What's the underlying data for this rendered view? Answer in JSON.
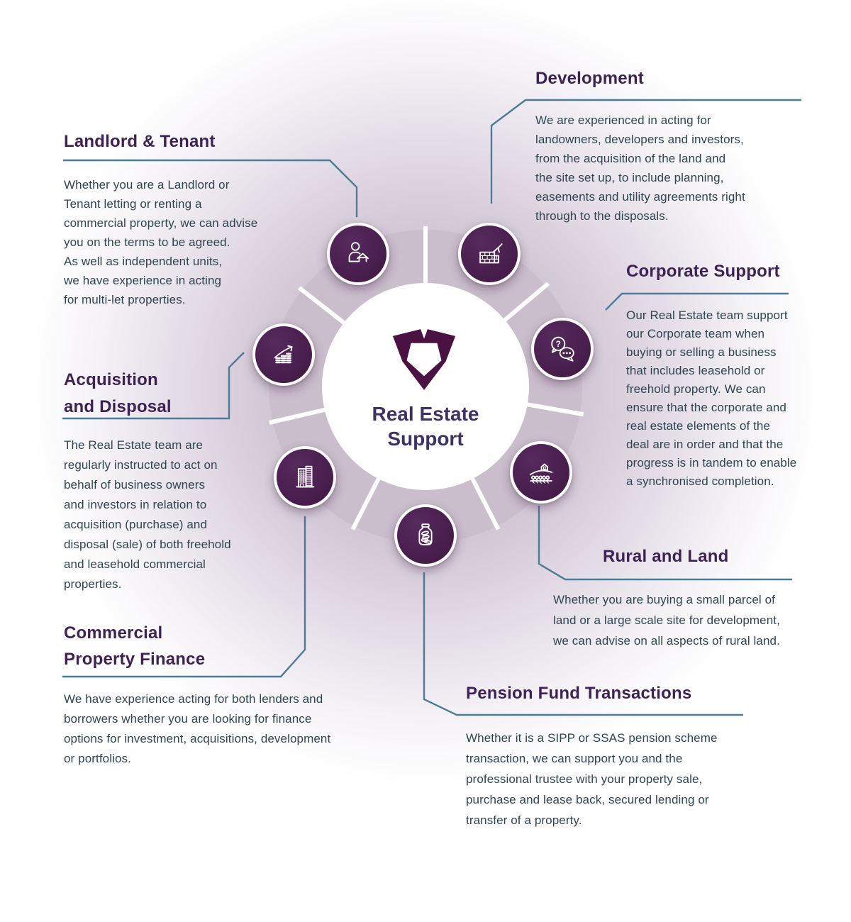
{
  "colors": {
    "heading": "#3f2254",
    "body_text": "#2f4550",
    "connector_line": "#4c7d95",
    "ring": "#cabdcc",
    "icon_circle": "#4a2050",
    "logo": "#4a1243",
    "hub_title": "#3e3263"
  },
  "icons": {
    "question_mark": "?"
  },
  "hub": {
    "title": [
      "Real Estate",
      "Support"
    ]
  },
  "sections": {
    "landlord_tenant": {
      "heading": "Landlord & Tenant",
      "body": [
        "Whether you are a Landlord or",
        "Tenant letting or renting a",
        "commercial property, we can advise",
        "you on the terms to be agreed.",
        "As well as independent units,",
        "we have experience in acting",
        "for multi-let properties."
      ]
    },
    "development": {
      "heading": "Development",
      "body": [
        "We are experienced in acting for",
        "landowners, developers and investors,",
        "from the acquisition of the land and",
        "the site set up, to include planning,",
        "easements and utility agreements right",
        "through to the disposals."
      ]
    },
    "corporate_support": {
      "heading": "Corporate Support",
      "body": [
        "Our Real Estate team support",
        "our Corporate team when",
        "buying or selling a business",
        "that includes leasehold or",
        "freehold property. We can",
        "ensure that the corporate and",
        "real estate elements of the",
        "deal are in order and that the",
        "progress is in tandem to enable",
        "a synchronised completion."
      ]
    },
    "rural_and_land": {
      "heading": "Rural and Land",
      "body": [
        "Whether you are buying a small parcel of",
        "land or a large scale site for development,",
        "we can advise on all aspects of rural land."
      ]
    },
    "pension_fund_transactions": {
      "heading": "Pension Fund Transactions",
      "body": [
        "Whether it is a SIPP or SSAS pension scheme",
        "transaction, we can support you and the",
        "professional trustee  with your property sale,",
        "purchase and lease back, secured lending or",
        "transfer of a property."
      ]
    },
    "commercial_property_finance": {
      "heading": [
        "Commercial",
        "Property Finance"
      ],
      "body": [
        "We have experience acting for both lenders and",
        "borrowers whether you are looking for finance",
        "options for investment, acquisitions, development",
        "or portfolios."
      ]
    },
    "acquisition_and_disposal": {
      "heading": [
        "Acquisition",
        "and Disposal"
      ],
      "body": [
        "The Real Estate team are",
        "regularly instructed to act on",
        "behalf of business owners",
        "and investors in relation to",
        "acquisition (purchase) and",
        "disposal (sale) of both freehold",
        "and leasehold commercial",
        "properties."
      ]
    }
  }
}
